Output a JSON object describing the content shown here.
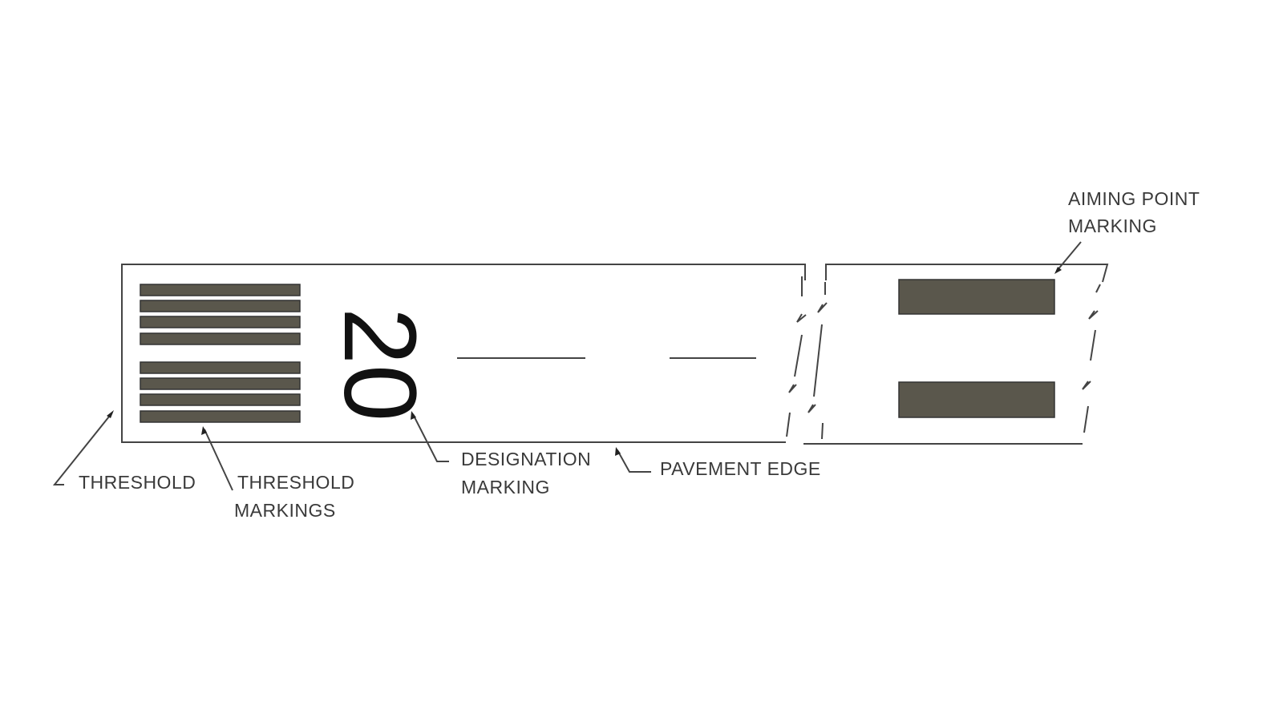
{
  "diagram": {
    "runway_designation": "20",
    "labels": {
      "threshold": "THRESHOLD",
      "threshold_markings": [
        "THRESHOLD",
        "MARKINGS"
      ],
      "designation_marking": [
        "DESIGNATION",
        "MARKING"
      ],
      "pavement_edge": "PAVEMENT EDGE",
      "aiming_point_marking": [
        "AIMING POINT",
        "MARKING"
      ]
    },
    "colors": {
      "marking_fill": "#5a574c",
      "line": "#444444"
    }
  }
}
